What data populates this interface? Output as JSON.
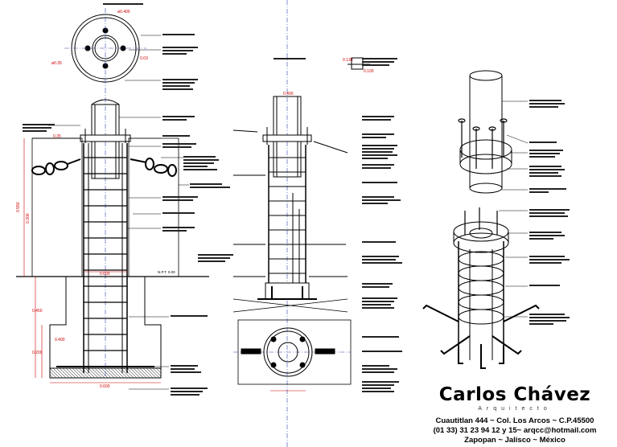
{
  "dims": {
    "top_cap": "ø0.400",
    "left_bolt": "ø0.35",
    "right_bolt": "0.03",
    "mid_top": "0.400",
    "mid_small_a": "0.130",
    "mid_small_b": "0.100",
    "base_width": "0.600",
    "lower_base": "0.600",
    "base_len": "0.400",
    "height_main": "0.550",
    "height_a": "0.300",
    "height_b": "0.450",
    "height_c": "0.200",
    "level": "N.P.T. 0.00",
    "chain": "0.35"
  },
  "title_block": {
    "name": "Carlos Chávez",
    "subtitle": "Arquitecto",
    "address": "Cuautitlan 444 ~ Col. Los Arcos ~ C.P.45500",
    "phone": "(01 33) 31 23 94 12 y 15~ arqcc@hotmail.com",
    "city": "Zapopan ~ Jalisco ~ México"
  },
  "colors": {
    "line": "#000000",
    "dimension": "#cc0000",
    "centerline": "#3344aa"
  }
}
